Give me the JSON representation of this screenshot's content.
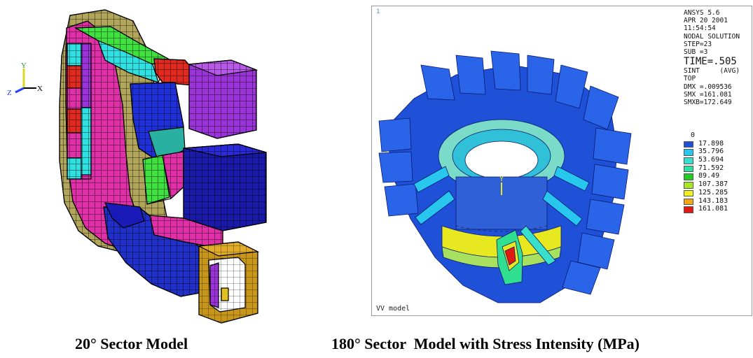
{
  "left_figure": {
    "triad_labels": {
      "y": "Y",
      "z": "Z",
      "x": "X"
    },
    "caption": "20° Sector Model"
  },
  "right_figure": {
    "window_number": "1",
    "model_label": "VV model",
    "info": {
      "program": "ANSYS 5.6",
      "date": "APR 20 2001",
      "time_of_day": "11:54:54",
      "solution": "NODAL SOLUTION",
      "step": "STEP=23",
      "sub": "SUB =3",
      "time": "TIME=.505",
      "quantity": "SINT     (AVG)",
      "surface": "TOP",
      "dmx": "DMX =.009536",
      "smx": "SMX =161.081",
      "smxb": "SMXB=172.649"
    },
    "legend": {
      "min_label": "0",
      "items": [
        {
          "value": "17.898",
          "color": "#1f4fd8"
        },
        {
          "value": "35.796",
          "color": "#28c8ee"
        },
        {
          "value": "53.694",
          "color": "#38e0cc"
        },
        {
          "value": "71.592",
          "color": "#30e0a0"
        },
        {
          "value": "89.49",
          "color": "#22cc22"
        },
        {
          "value": "107.387",
          "color": "#a8e822"
        },
        {
          "value": "125.285",
          "color": "#f2f222"
        },
        {
          "value": "143.183",
          "color": "#f2a812"
        },
        {
          "value": "161.081",
          "color": "#e01a12"
        }
      ]
    },
    "caption": "180° Sector  Model with Stress Intensity (MPa)"
  }
}
